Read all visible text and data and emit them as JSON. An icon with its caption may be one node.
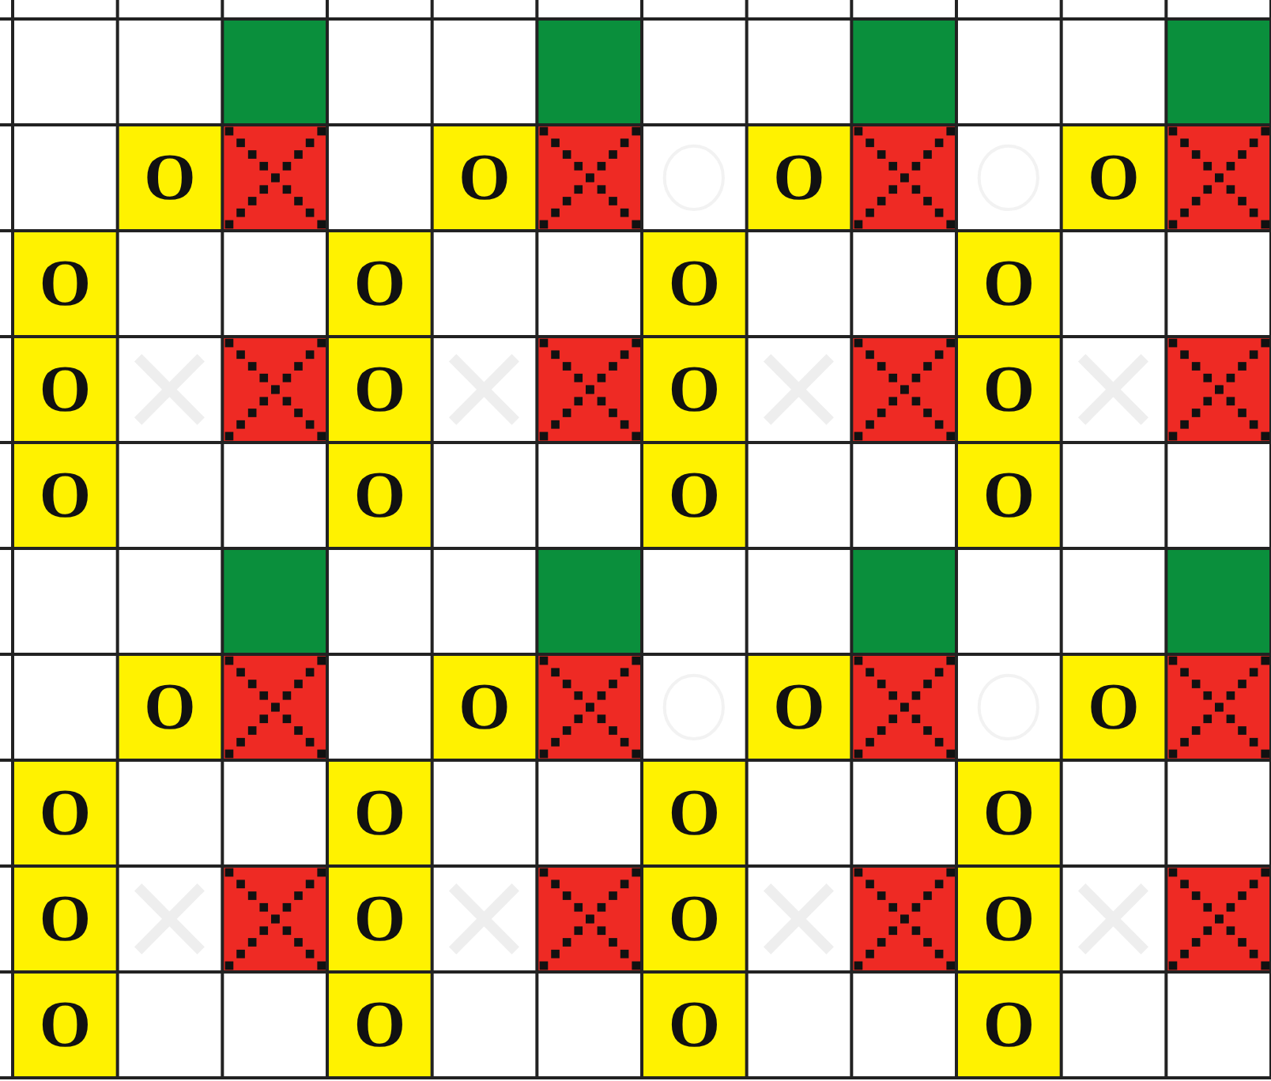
{
  "diagram": {
    "labels": [
      "O",
      "O",
      "O",
      "O",
      "O",
      "O",
      "O",
      "O",
      "O",
      "O",
      "O",
      "O",
      "O",
      "O",
      "O",
      "O",
      "O",
      "O",
      "O",
      "O",
      "O",
      "O",
      "O",
      "O",
      "O",
      "O",
      "O",
      "O",
      "O",
      "O",
      "O",
      "O"
    ]
  }
}
